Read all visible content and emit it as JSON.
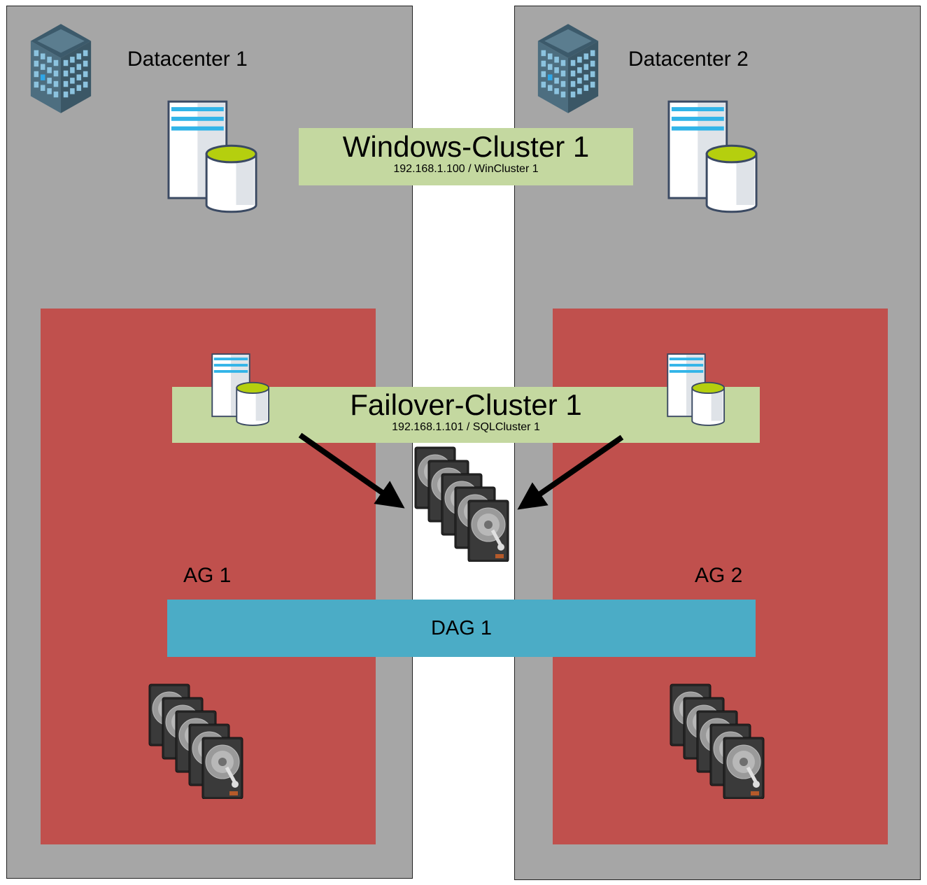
{
  "datacenters": [
    {
      "label": "Datacenter 1",
      "ag_label": "AG 1",
      "building_icon": "building-icon"
    },
    {
      "label": "Datacenter 2",
      "ag_label": "AG 2",
      "building_icon": "building-icon"
    }
  ],
  "windows_cluster": {
    "title": "Windows-Cluster 1",
    "subtitle": "192.168.1.100 / WinCluster 1"
  },
  "failover_cluster": {
    "title": "Failover-Cluster 1",
    "subtitle": "192.168.1.101 / SQLCluster 1"
  },
  "dag": {
    "label": "DAG 1"
  },
  "icons": {
    "building": "building-icon",
    "db_server": "database-server-icon",
    "disk_stack": "hard-disk-stack-icon",
    "arrow": "arrow-icon"
  },
  "colors": {
    "datacenter_fill": "#a6a6a6",
    "ag_fill": "#c0504d",
    "cluster_band": "#c4d8a0",
    "dag_band": "#4bacc6",
    "db_top": "#b5cf0e"
  }
}
